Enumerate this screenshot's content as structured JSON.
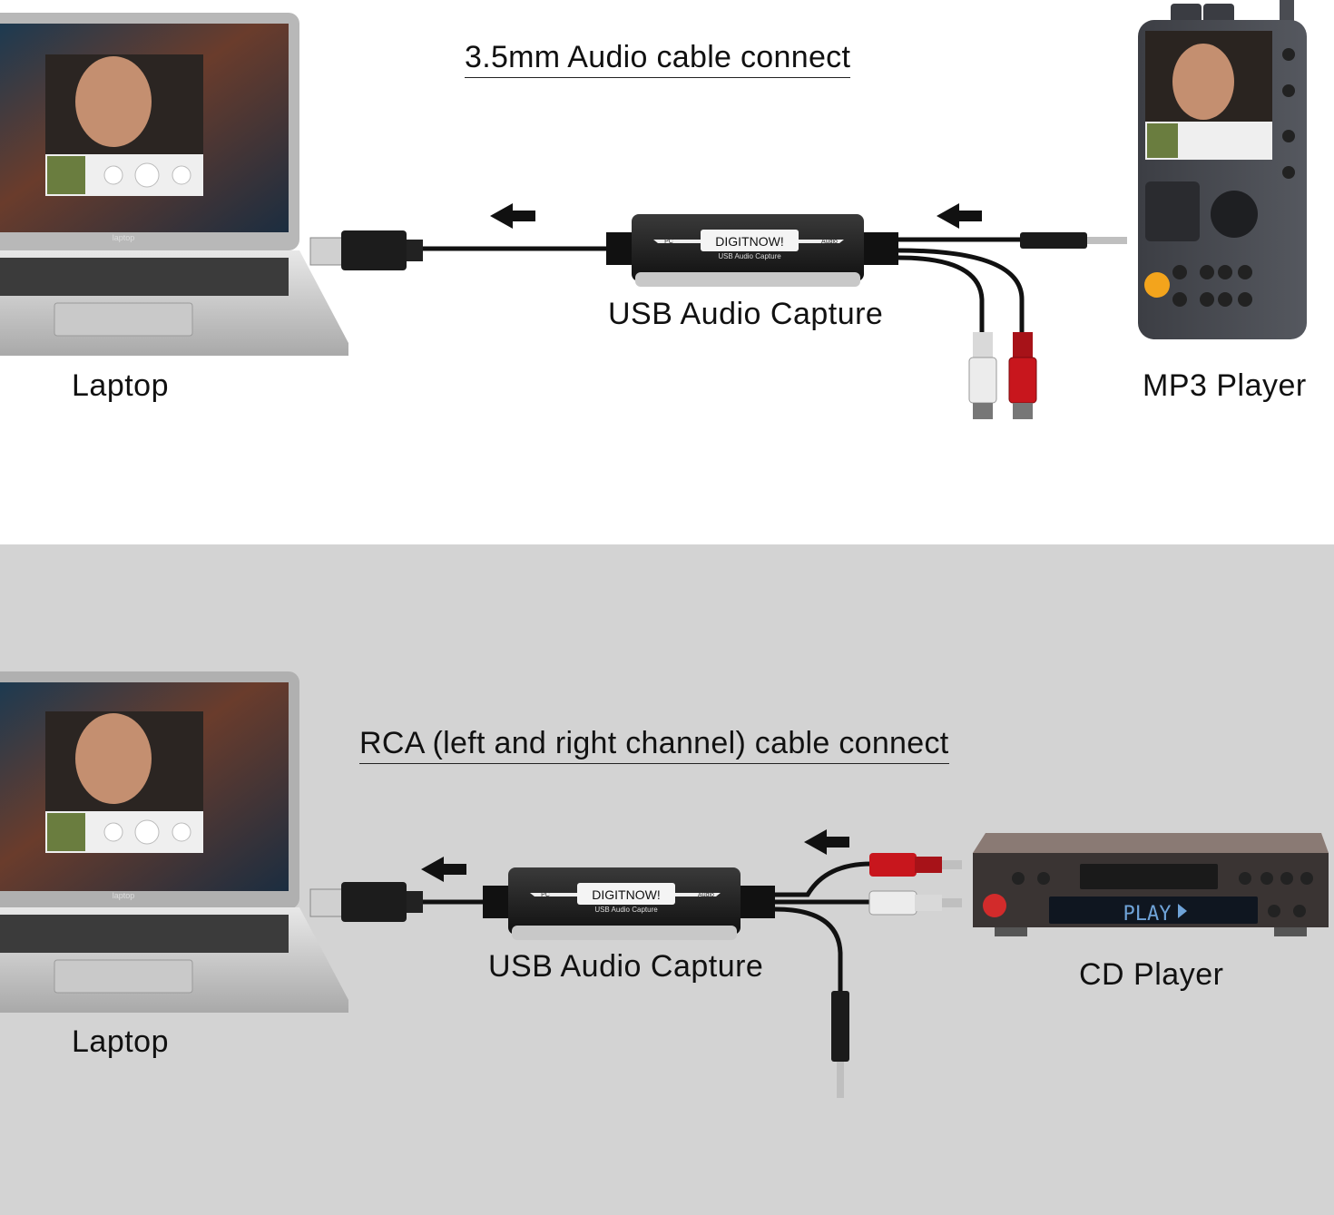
{
  "top": {
    "heading": "3.5mm Audio cable connect",
    "laptop_label": "Laptop",
    "laptop_brand": "laptop",
    "device_label": "USB Audio Capture",
    "source_label": "MP3 Player",
    "adapter": {
      "brand": "DIGITNOW!",
      "sub": "USB Audio Capture",
      "left_tag": "PC",
      "right_tag": "Audio"
    }
  },
  "bottom": {
    "heading": "RCA (left and right channel) cable connect",
    "laptop_label": "Laptop",
    "laptop_brand": "laptop",
    "device_label": "USB Audio Capture",
    "source_label": "CD Player",
    "cd_display": "PLAY",
    "adapter": {
      "brand": "DIGITNOW!",
      "sub": "USB Audio Capture",
      "left_tag": "PC",
      "right_tag": "Audio"
    }
  },
  "colors": {
    "panel_bottom_bg": "#d3d3d3",
    "rca_red": "#c8161d",
    "rca_white": "#e6e6e6",
    "cd_display": "#6fa3d8",
    "mp3_button": "#f3a41c"
  }
}
